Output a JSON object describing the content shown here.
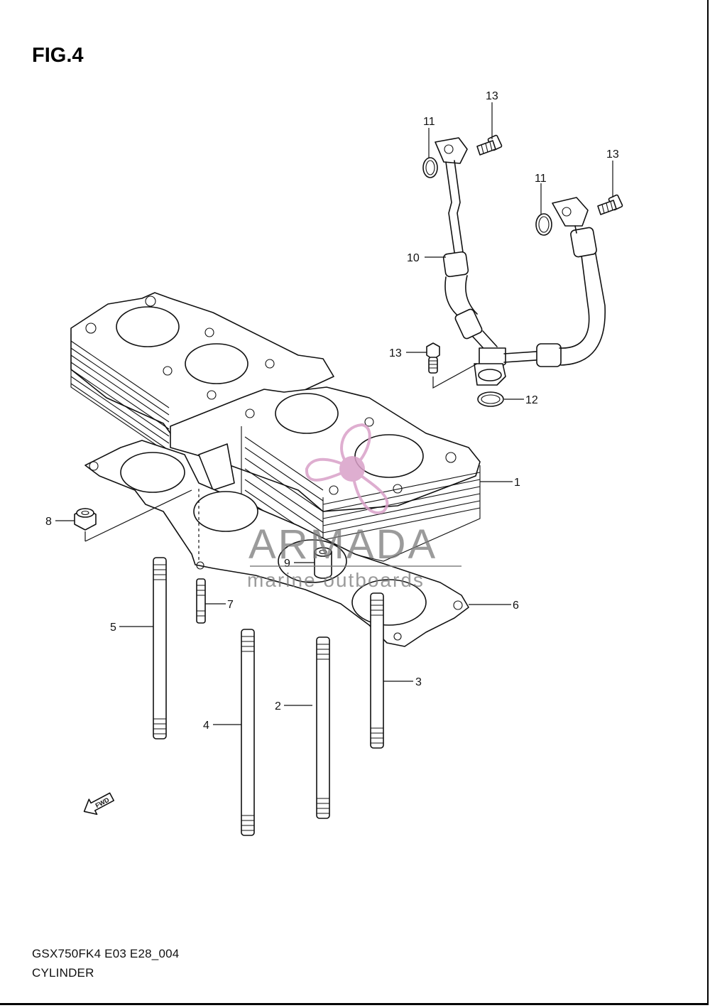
{
  "figure": {
    "title": "FIG.4",
    "model_code": "GSX750FK4 E03 E28_004",
    "section_name": "CYLINDER"
  },
  "callouts": [
    {
      "id": "1"
    },
    {
      "id": "2"
    },
    {
      "id": "3"
    },
    {
      "id": "4"
    },
    {
      "id": "5"
    },
    {
      "id": "6"
    },
    {
      "id": "7"
    },
    {
      "id": "8"
    },
    {
      "id": "9"
    },
    {
      "id": "10"
    },
    {
      "id": "11a",
      "label": "11"
    },
    {
      "id": "11b",
      "label": "11"
    },
    {
      "id": "12"
    },
    {
      "id": "13a",
      "label": "13"
    },
    {
      "id": "13b",
      "label": "13"
    },
    {
      "id": "13c",
      "label": "13"
    }
  ],
  "labels": {
    "c1": "1",
    "c2": "2",
    "c3": "3",
    "c4": "4",
    "c5": "5",
    "c6": "6",
    "c7": "7",
    "c8": "8",
    "c9": "9",
    "c10": "10",
    "c11a": "11",
    "c11b": "11",
    "c12": "12",
    "c13a": "13",
    "c13b": "13",
    "c13c": "13"
  },
  "fwd_arrow": {
    "label": "FWD"
  },
  "watermark": {
    "brand": "ARMADA",
    "tagline": "marine outboards",
    "logo_color": "#d9a0c8",
    "text_color": "#7a7a7a"
  }
}
